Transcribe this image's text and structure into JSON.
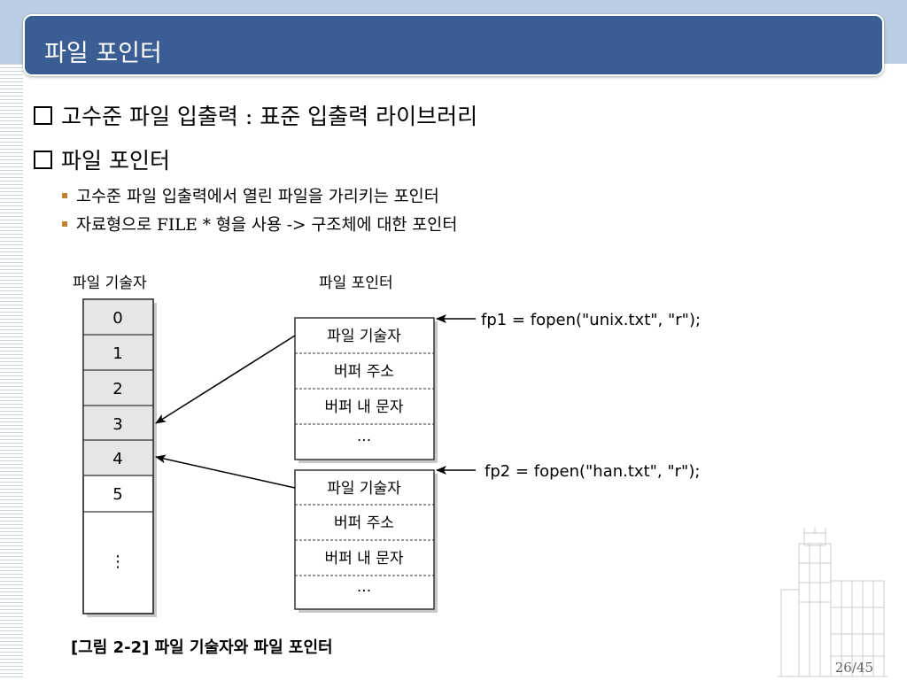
{
  "slide": {
    "title": "파일 포인터",
    "page_number": "26/45"
  },
  "bullets": {
    "level1": [
      "고수준 파일 입출력 : 표준 입출력 라이브러리",
      "파일 포인터"
    ],
    "level2": [
      "고수준 파일 입출력에서 열린 파일을 가리키는 포인터",
      "자료형으로 FILE * 형을 사용 -> 구조체에 대한 포인터"
    ]
  },
  "figure": {
    "fd_table_title": "파일 기술자",
    "fp_title": "파일 포인터",
    "fd_cells": [
      "0",
      "1",
      "2",
      "3",
      "4",
      "5",
      "⋮"
    ],
    "struct_fields": [
      "파일 기술자",
      "버퍼 주소",
      "버퍼 내 문자",
      "..."
    ],
    "code1": "fp1 = fopen(\"unix.txt\", \"r\");",
    "code2": "fp2 = fopen(\"han.txt\", \"r\");",
    "caption": "[그림 2-2] 파일 기술자와 파일 포인터"
  },
  "colors": {
    "title_bar": "#3a5d93",
    "top_band": "#bccde3",
    "bullet_accent": "#c0802e"
  }
}
